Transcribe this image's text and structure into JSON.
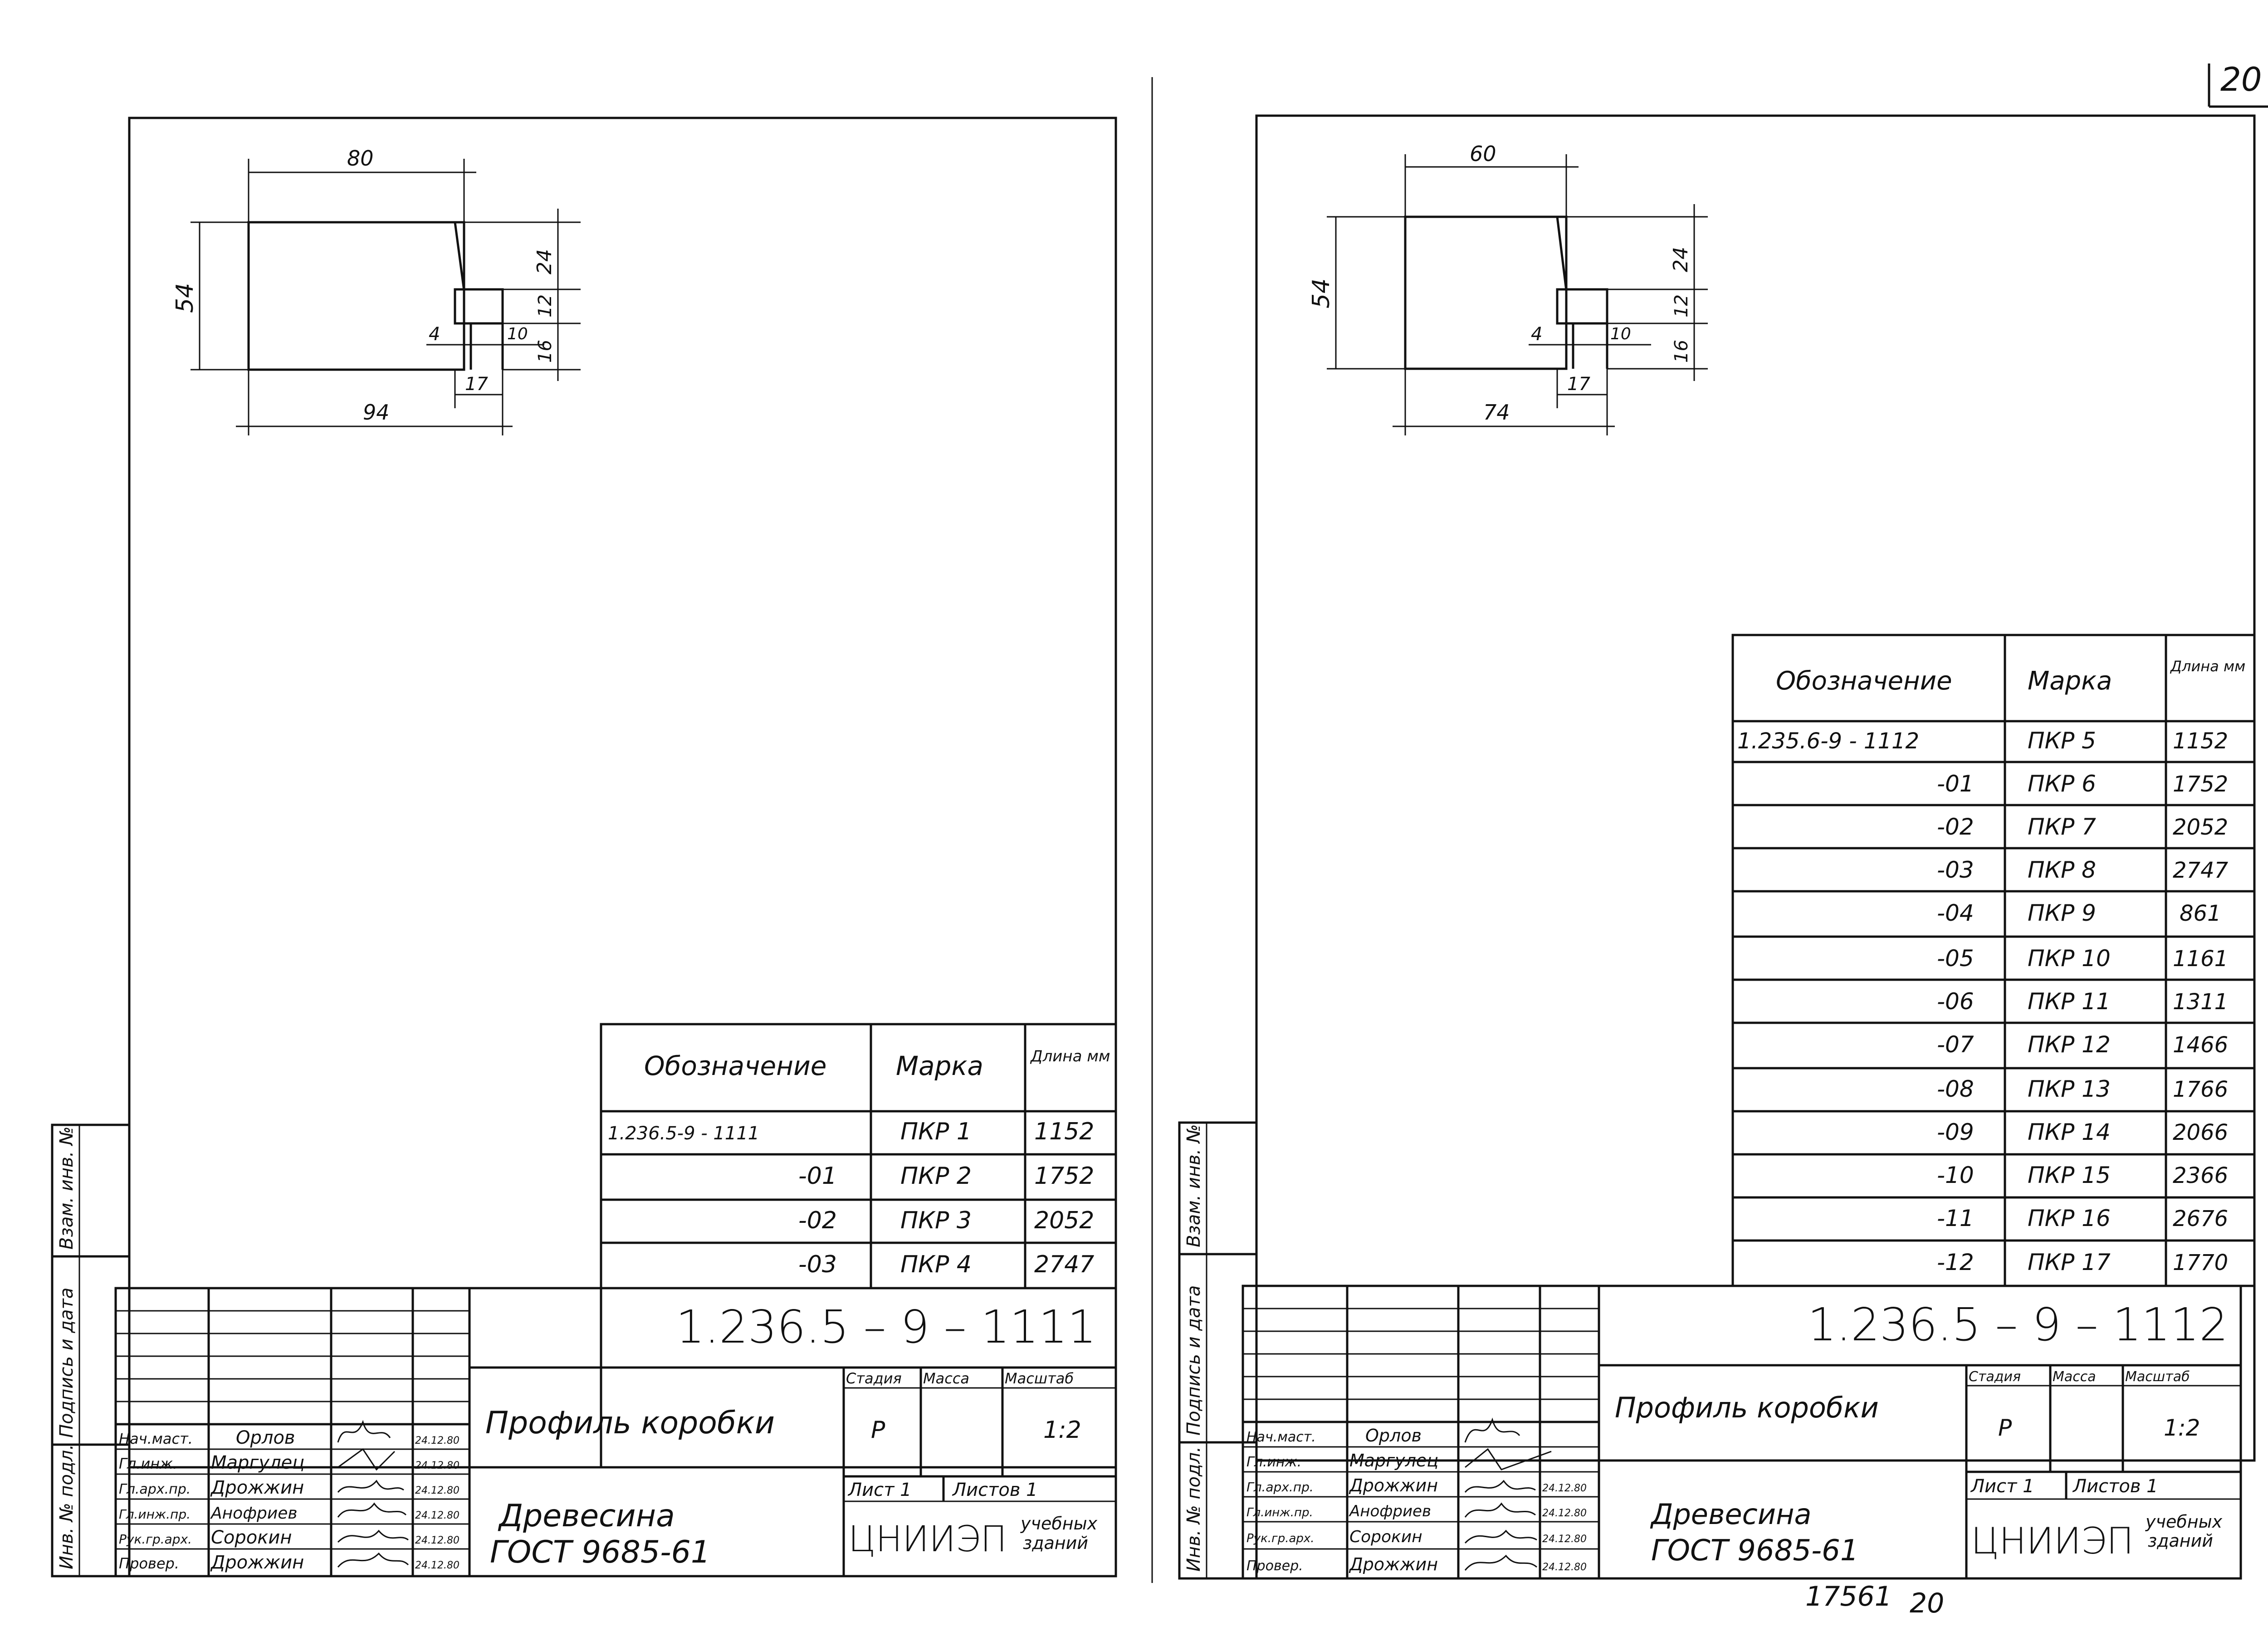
{
  "page_number": "20",
  "archive_number": "17561",
  "archive_page": "20",
  "side_stamp": {
    "inv_podl": "Инв. № подл.",
    "podpis_data": "Подпись и дата",
    "vzam_inv": "Взам. инв. №"
  },
  "sheets": [
    {
      "dims": {
        "top": "80",
        "height": "54",
        "right_top": "24",
        "right_mid": "12",
        "right_bot": "16",
        "inner_left": "4",
        "inner_right": "10",
        "bottom_small": "17",
        "bottom": "94"
      },
      "table_headers": {
        "designation": "Обозначение",
        "mark": "Марка",
        "length": "Длина мм"
      },
      "rows": [
        {
          "designation": "1.236.5-9 - 1111",
          "mark": "ПКР 1",
          "length": "1152"
        },
        {
          "designation": "-01",
          "mark": "ПКР 2",
          "length": "1752"
        },
        {
          "designation": "-02",
          "mark": "ПКР 3",
          "length": "2052"
        },
        {
          "designation": "-03",
          "mark": "ПКР 4",
          "length": "2747"
        }
      ],
      "title_block": {
        "code": "1.236.5 – 9 – 1111",
        "name": "Профиль коробки",
        "material_1": "Древесина",
        "material_2": "ГОСТ 9685-61",
        "stage_label": "Стадия",
        "mass_label": "Масса",
        "scale_label": "Масштаб",
        "stage": "Р",
        "scale": "1:2",
        "sheet_label": "Лист 1",
        "sheets_label": "Листов 1",
        "org": "ЦНИИЭП",
        "org_sub_1": "учебных",
        "org_sub_2": "зданий",
        "staff": [
          {
            "role": "Нач.маст.",
            "name": "Орлов",
            "date": "24.12.80"
          },
          {
            "role": "Гл.инж.",
            "name": "Маргулец",
            "date": "24.12.80"
          },
          {
            "role": "Гл.арх.пр.",
            "name": "Дрожжин",
            "date": "24.12.80"
          },
          {
            "role": "Гл.инж.пр.",
            "name": "Анофриев",
            "date": "24.12.80"
          },
          {
            "role": "Рук.гр.арх.",
            "name": "Сорокин",
            "date": "24.12.80"
          },
          {
            "role": "Провер.",
            "name": "Дрожжин",
            "date": "24.12.80"
          }
        ]
      }
    },
    {
      "dims": {
        "top": "60",
        "height": "54",
        "right_top": "24",
        "right_mid": "12",
        "right_bot": "16",
        "inner_left": "4",
        "inner_right": "10",
        "bottom_small": "17",
        "bottom": "74"
      },
      "table_headers": {
        "designation": "Обозначение",
        "mark": "Марка",
        "length": "Длина мм"
      },
      "rows": [
        {
          "designation": "1.235.6-9 - 1112",
          "mark": "ПКР 5",
          "length": "1152"
        },
        {
          "designation": "-01",
          "mark": "ПКР 6",
          "length": "1752"
        },
        {
          "designation": "-02",
          "mark": "ПКР 7",
          "length": "2052"
        },
        {
          "designation": "-03",
          "mark": "ПКР 8",
          "length": "2747"
        },
        {
          "designation": "-04",
          "mark": "ПКР 9",
          "length": "861"
        },
        {
          "designation": "-05",
          "mark": "ПКР 10",
          "length": "1161"
        },
        {
          "designation": "-06",
          "mark": "ПКР 11",
          "length": "1311"
        },
        {
          "designation": "-07",
          "mark": "ПКР 12",
          "length": "1466"
        },
        {
          "designation": "-08",
          "mark": "ПКР 13",
          "length": "1766"
        },
        {
          "designation": "-09",
          "mark": "ПКР 14",
          "length": "2066"
        },
        {
          "designation": "-10",
          "mark": "ПКР 15",
          "length": "2366"
        },
        {
          "designation": "-11",
          "mark": "ПКР 16",
          "length": "2676"
        },
        {
          "designation": "-12",
          "mark": "ПКР 17",
          "length": "1770"
        }
      ],
      "title_block": {
        "code": "1.236.5 – 9 – 1112",
        "name": "Профиль коробки",
        "material_1": "Древесина",
        "material_2": "ГОСТ 9685-61",
        "stage_label": "Стадия",
        "mass_label": "Масса",
        "scale_label": "Масштаб",
        "stage": "Р",
        "scale": "1:2",
        "sheet_label": "Лист 1",
        "sheets_label": "Листов 1",
        "org": "ЦНИИЭП",
        "org_sub_1": "учебных",
        "org_sub_2": "зданий",
        "staff": [
          {
            "role": "Нач.маст.",
            "name": "Орлов",
            "date": ""
          },
          {
            "role": "Гл.инж.",
            "name": "Маргулец",
            "date": ""
          },
          {
            "role": "Гл.арх.пр.",
            "name": "Дрожжин",
            "date": "24.12.80"
          },
          {
            "role": "Гл.инж.пр.",
            "name": "Анофриев",
            "date": "24.12.80"
          },
          {
            "role": "Рук.гр.арх.",
            "name": "Сорокин",
            "date": "24.12.80"
          },
          {
            "role": "Провер.",
            "name": "Дрожжин",
            "date": "24.12.80"
          }
        ]
      }
    }
  ]
}
